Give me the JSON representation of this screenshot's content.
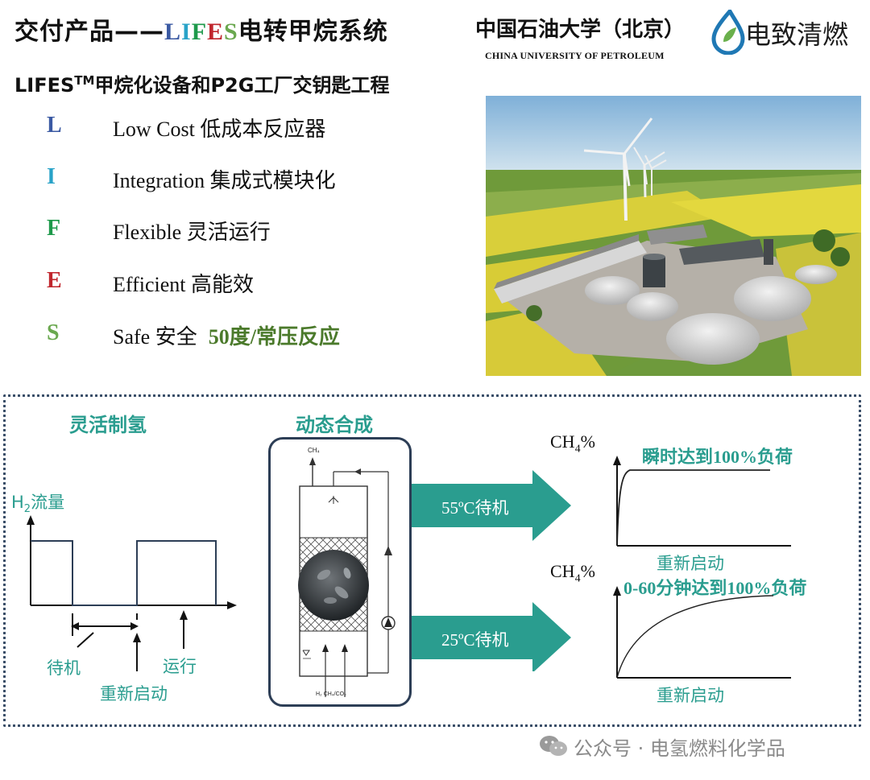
{
  "header": {
    "title_prefix": "交付产品——",
    "title_letters": [
      {
        "char": "L",
        "color": "#3b5aa3"
      },
      {
        "char": "I",
        "color": "#29a3c8"
      },
      {
        "char": "F",
        "color": "#1e9a4b"
      },
      {
        "char": "E",
        "color": "#c0262d"
      },
      {
        "char": "S",
        "color": "#6aa84f"
      }
    ],
    "title_suffix": "电转甲烷系统",
    "subtitle_pre": "LIFES",
    "subtitle_sup": "TM",
    "subtitle_post": "甲烷化设备和P2G工厂交钥匙工程",
    "university_cn": "中国石油大学（北京）",
    "university_en": "CHINA UNIVERSITY OF PETROLEUM",
    "logo_text": "电致清燃"
  },
  "features": [
    {
      "letter": "L",
      "color": "#3b5aa3",
      "text": "Low Cost 低成本反应器",
      "highlight": ""
    },
    {
      "letter": "I",
      "color": "#29a3c8",
      "text": "Integration 集成式模块化",
      "highlight": ""
    },
    {
      "letter": "F",
      "color": "#1e9a4b",
      "text": "Flexible 灵活运行",
      "highlight": ""
    },
    {
      "letter": "E",
      "color": "#c0262d",
      "text": "Efficient 高能效",
      "highlight": ""
    },
    {
      "letter": "S",
      "color": "#6aa84f",
      "text": "Safe 安全",
      "highlight": "50度/常压反应"
    }
  ],
  "diagram": {
    "left_title": "灵活制氢",
    "h2_axis_pre": "H",
    "h2_axis_sub": "2",
    "h2_axis_post": "流量",
    "standby": "待机",
    "restart": "重新启动",
    "running": "运行",
    "center_title": "动态合成",
    "reactor_top_label": "CH₄",
    "reactor_bottom_label": "H₂  CH₄/CO₂",
    "arrow_top": "55ºC待机",
    "arrow_bottom": "25ºC待机",
    "ch4_pre": "CH",
    "ch4_sub": "4",
    "ch4_post": "%",
    "note_top": "瞬时达到100%负荷",
    "note_bottom": "0-60分钟达到100%负荷",
    "restart_top": "重新启动",
    "restart_bottom": "重新启动"
  },
  "watermark": "公众号 · 电氢燃料化学品",
  "colors": {
    "teal": "#2a9d8f",
    "navy": "#2d3e56",
    "green_highlight": "#4b7a2b"
  }
}
